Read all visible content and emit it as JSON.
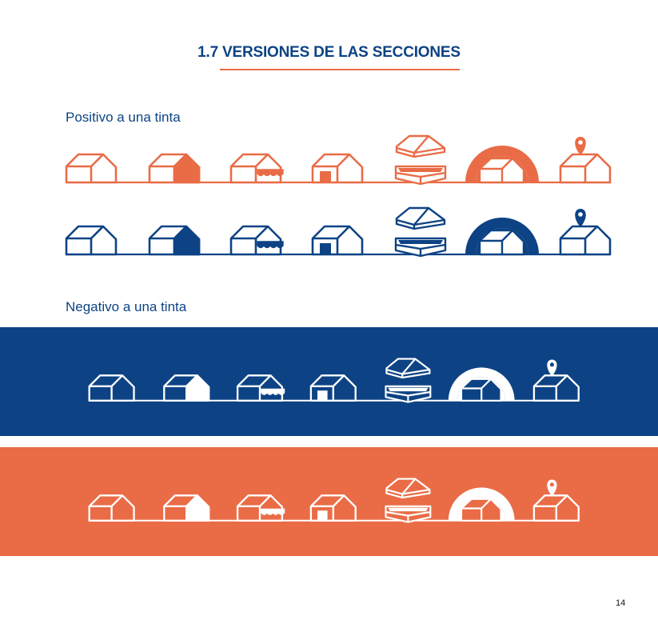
{
  "page": {
    "title": "1.7 VERSIONES DE LAS SECCIONES",
    "page_number": "14"
  },
  "sections": {
    "positive_label": "Positivo a una tinta",
    "negative_label": "Negativo a una tinta"
  },
  "colors": {
    "orange": "#e96c47",
    "blue": "#0d4384",
    "white": "#ffffff"
  },
  "icon_set": [
    "house-outline-icon",
    "house-half-filled-icon",
    "house-awning-icon",
    "house-door-icon",
    "house-exploded-icon",
    "house-dome-icon",
    "house-location-pin-icon"
  ],
  "rows": [
    {
      "variant": "positive-orange",
      "ink": "#e96c47",
      "background": "#ffffff"
    },
    {
      "variant": "positive-blue",
      "ink": "#0d4384",
      "background": "#ffffff"
    },
    {
      "variant": "negative-on-blue",
      "ink": "#ffffff",
      "background": "#0d4384"
    },
    {
      "variant": "negative-on-orange",
      "ink": "#ffffff",
      "background": "#e96c47"
    }
  ]
}
